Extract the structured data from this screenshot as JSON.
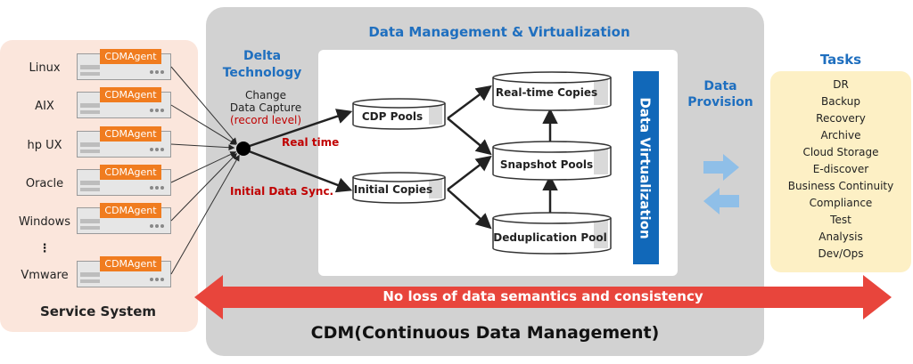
{
  "service": {
    "title": "Service System",
    "systems": [
      "Linux",
      "AIX",
      "hp UX",
      "Oracle",
      "Windows",
      "Vmware"
    ],
    "ellipsis": "⋮",
    "agent_label": "CDMAgent"
  },
  "delta": {
    "title_line1": "Delta",
    "title_line2": "Technology",
    "change_line1": "Change",
    "change_line2": "Data Capture",
    "record_level": "(record level)",
    "realtime": "Real time",
    "initial_sync": "Initial Data Sync."
  },
  "dmv": {
    "title": "Data Management  & Virtualization",
    "pools": {
      "cdp": "CDP Pools",
      "initial": "Initial Copies",
      "realtime": "Real-time Copies",
      "snapshot": "Snapshot Pools",
      "dedup": "Deduplication  Pool"
    },
    "virtualization": "Data Virtualization"
  },
  "provision": {
    "line1": "Data",
    "line2": "Provision"
  },
  "tasks": {
    "title": "Tasks",
    "items": [
      "DR",
      "Backup",
      "Recovery",
      "Archive",
      "Cloud Storage",
      "E-discover",
      "Business Continuity",
      "Compliance",
      "Test",
      "Analysis",
      "Dev/Ops"
    ]
  },
  "banner": "No loss of data semantics and consistency",
  "footer_title": "CDM(Continuous  Data Management)",
  "colors": {
    "accent_blue": "#1f6fbf",
    "agent_orange": "#f07c1f",
    "red_text": "#c00000",
    "banner_red": "#e8453c"
  }
}
